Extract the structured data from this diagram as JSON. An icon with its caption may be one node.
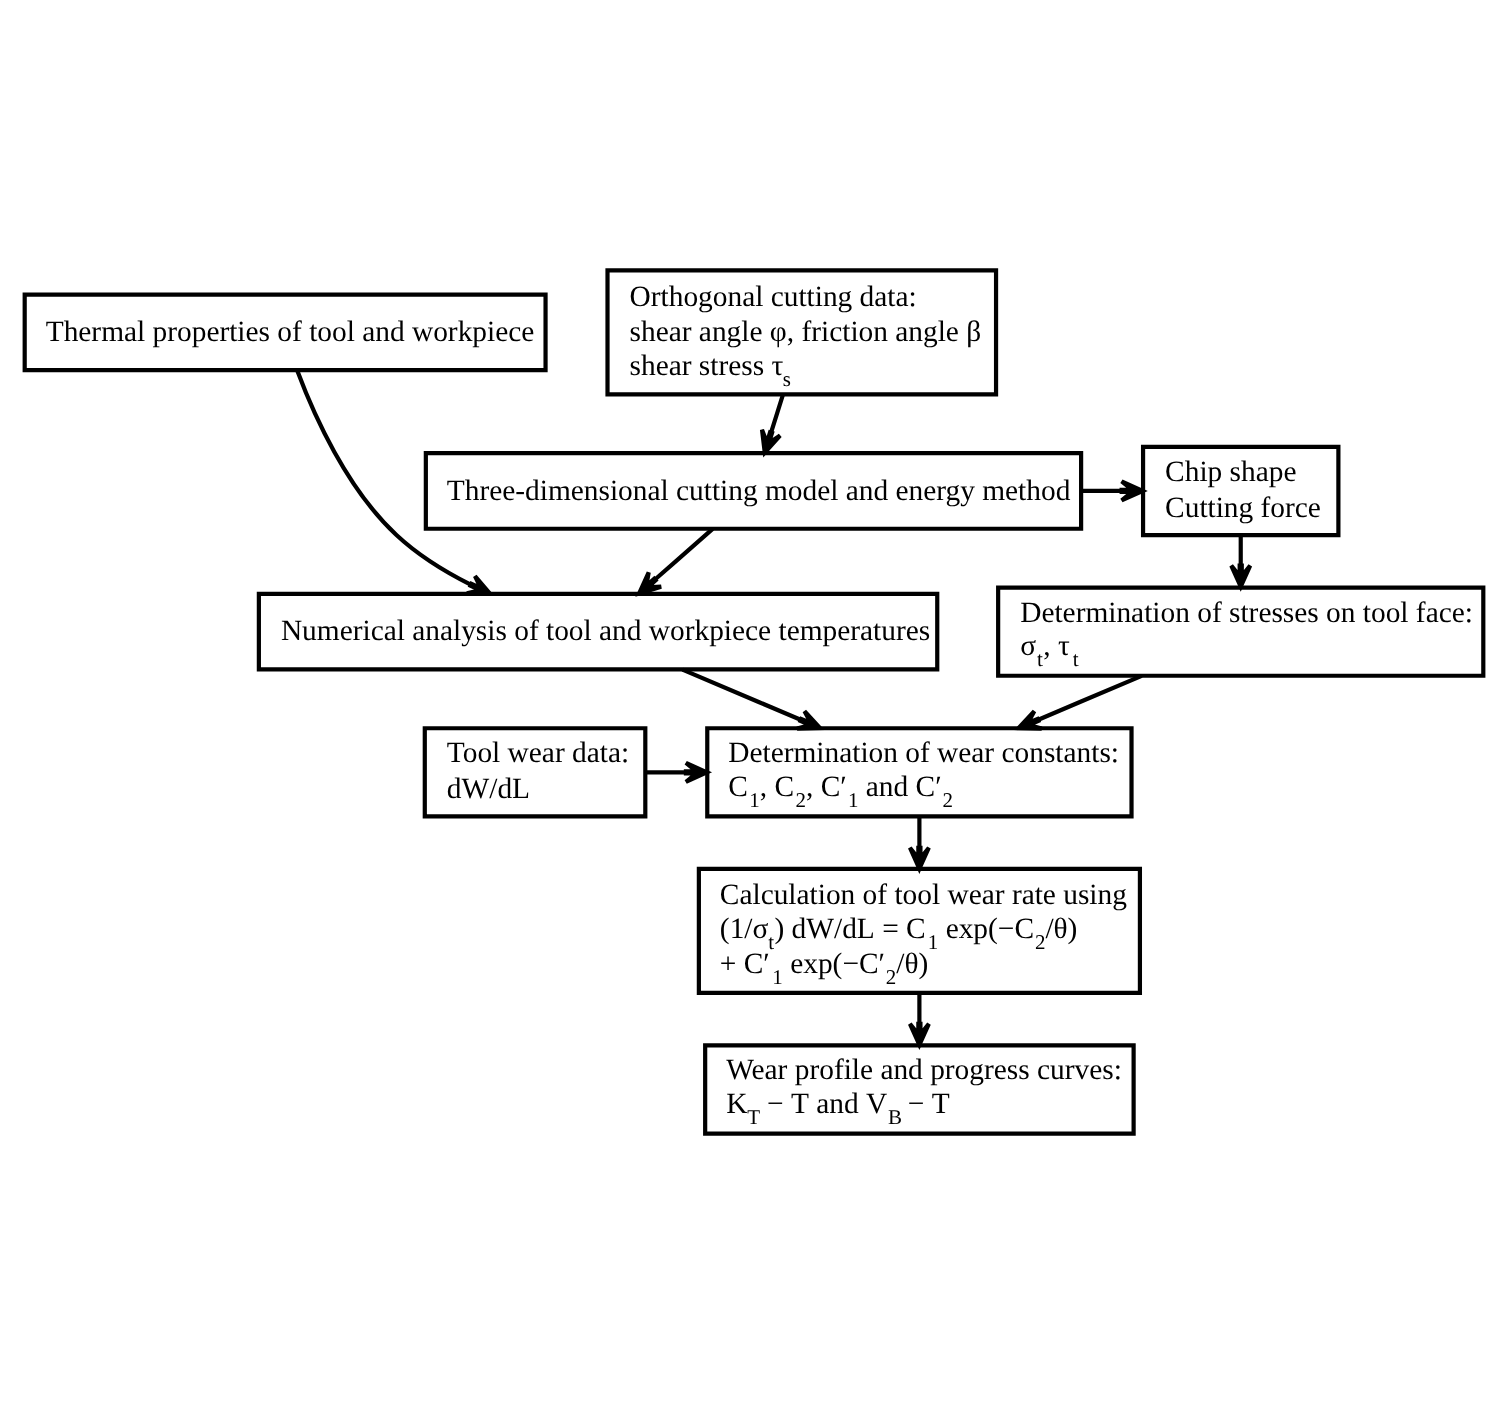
{
  "diagram": {
    "nodes": [
      {
        "text": [
          "Thermal properties of tool and workpiece"
        ]
      },
      {
        "text": [
          "Orthogonal cutting data:",
          "shear angle φ, friction angle β",
          "shear stress τ$_{s}$"
        ]
      },
      {
        "text": [
          "Three-dimensional cutting model and energy method"
        ]
      },
      {
        "text": [
          "Chip shape",
          "Cutting force"
        ]
      },
      {
        "text": [
          "Numerical analysis of tool and workpiece temperatures"
        ]
      },
      {
        "text": [
          "Determination of stresses on tool face:",
          "σ$_{t}$, τ$_{t}$"
        ]
      },
      {
        "text": [
          "Determination of wear constants:",
          "C$_{1}$, C$_{2}$, C′$_{1}$ and C′$_{2}$"
        ]
      },
      {
        "text": [
          "Tool wear data:",
          "dW/dL"
        ]
      },
      {
        "text": [
          "Calculation of tool wear rate using",
          "(1/σ$_{t}$) dW/dL = C$_{1}$ exp(−C$_{2}$/θ)",
          "+ C′$_{1}$ exp(−C′$_{2}$/θ)"
        ]
      },
      {
        "text": [
          "Wear profile and progress curves:",
          "K$_{T}$ − T and V$_{B}$ − T"
        ]
      }
    ],
    "edges": [
      {
        "from": 1,
        "to": 2,
        "arrow": "to"
      },
      {
        "from": 2,
        "to": 3,
        "arrow": "to"
      },
      {
        "from": 2,
        "to": 4,
        "arrow": "to"
      },
      {
        "from": 0,
        "to": 4,
        "arrow": "to"
      },
      {
        "from": 3,
        "to": 5,
        "arrow": "to"
      },
      {
        "from": 4,
        "to": 6,
        "arrow": "to"
      },
      {
        "from": 5,
        "to": 6,
        "arrow": "to"
      },
      {
        "from": 7,
        "to": 6,
        "arrow": "to"
      },
      {
        "from": 6,
        "to": 8,
        "arrow": "to"
      },
      {
        "from": 8,
        "to": 9,
        "arrow": "to"
      }
    ]
  }
}
